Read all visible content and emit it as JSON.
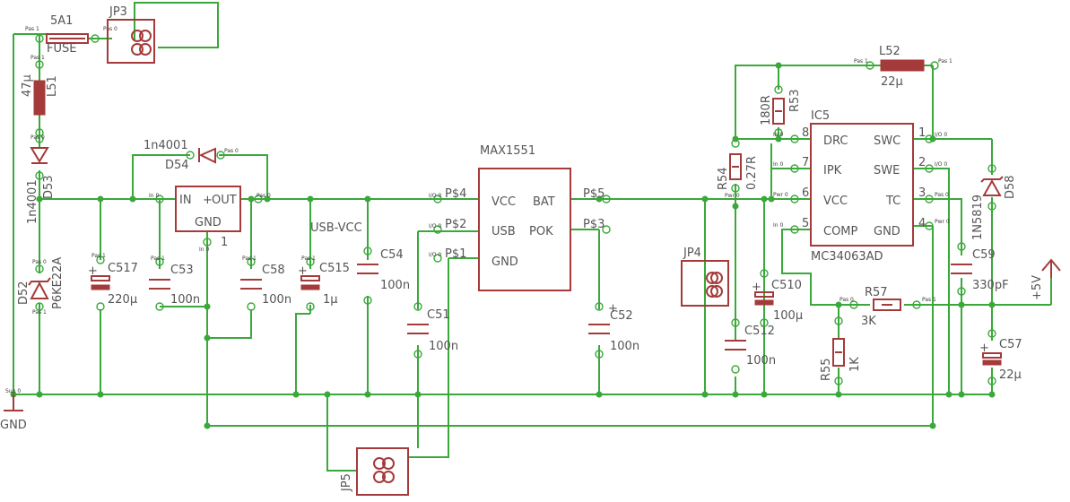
{
  "colors": {
    "wire": "#3aa83a",
    "part": "#a53a3a",
    "label": "#555555",
    "background": "#ffffff"
  },
  "parts": {
    "fuse_value": "5A1",
    "fuse_name": "FUSE",
    "jp3": "JP3",
    "l51_name": "L51",
    "l51_value": "47µ",
    "d53_name": "D53",
    "d53_value": "1n4001",
    "d52_name": "D52",
    "d52_value": "P6KE22A",
    "d54_value": "1n4001",
    "d54_name": "D54",
    "reg_in": "IN",
    "reg_out": "OUT",
    "reg_gnd": "GND",
    "reg_pin1": "1",
    "c517_name": "C517",
    "c517_value": "220µ",
    "c53_name": "C53",
    "c53_value": "100n",
    "c58_name": "C58",
    "c58_value": "100n",
    "c515_name": "C515",
    "c515_value": "1µ",
    "usb_vcc": "USB-VCC",
    "c54_name": "C54",
    "c54_value": "100n",
    "max_name": "MAX1551",
    "max_vcc": "VCC",
    "max_usb": "USB",
    "max_gnd": "GND",
    "max_bat": "BAT",
    "max_pok": "POK",
    "max_p4": "P$4",
    "max_p2": "P$2",
    "max_p1": "P$1",
    "max_p5": "P$5",
    "max_p3": "P$3",
    "c51_name": "C51",
    "c51_value": "100n",
    "c52_name": "C52",
    "c52_value": "100n",
    "jp4": "JP4",
    "jp5": "JP5",
    "r54_name": "R54",
    "r54_value": "0.27R",
    "c512_name": "C512",
    "c512_value": "100n",
    "c510_name": "C510",
    "c510_value": "100µ",
    "r53_name": "R53",
    "r53_value": "180R",
    "ic5_name": "IC5",
    "ic5_part": "MC34063AD",
    "ic_drc": "DRC",
    "ic_ipk": "IPK",
    "ic_vcc": "VCC",
    "ic_comp": "COMP",
    "ic_swc": "SWC",
    "ic_swe": "SWE",
    "ic_tc": "TC",
    "ic_gnd": "GND",
    "pin8": "8",
    "pin7": "7",
    "pin6": "6",
    "pin5": "5",
    "pin1": "1",
    "pin2": "2",
    "pin3": "3",
    "pin4": "4",
    "l52_name": "L52",
    "l52_value": "22µ",
    "d58_name": "D58",
    "d58_value": "1N5819",
    "c59_name": "C59",
    "c59_value": "330pF",
    "r57_name": "R57",
    "r57_value": "3K",
    "r55_name": "R55",
    "r55_value": "1K",
    "c57_name": "C57",
    "c57_value": "22µ",
    "plus5v": "+5V",
    "gnd": "GND"
  },
  "pins": {
    "pas1": "Pas 1",
    "pas0": "Pas 0",
    "in0": "In 0",
    "pwr0": "Pwr 0",
    "io0": "I/O 0",
    "sup0": "Sup 0"
  }
}
